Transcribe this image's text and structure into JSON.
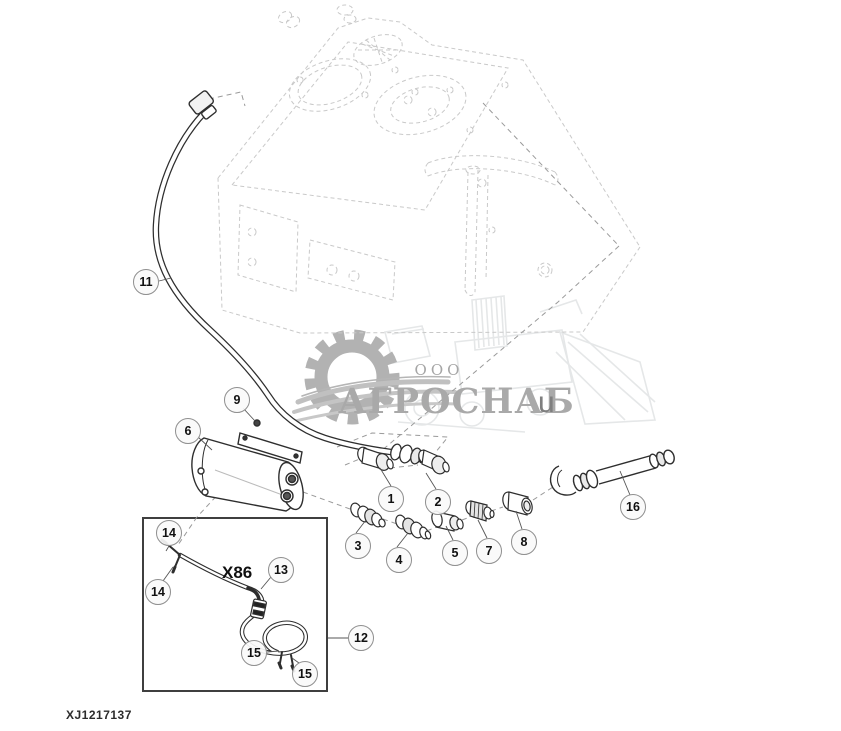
{
  "figure": {
    "drawing_code": "XJ1217137",
    "connector_label": "X86",
    "callout_numbers": {
      "n1": "1",
      "n2": "2",
      "n3": "3",
      "n4": "4",
      "n5": "5",
      "n6": "6",
      "n7": "7",
      "n8": "8",
      "n9": "9",
      "n11": "11",
      "n12": "12",
      "n13": "13",
      "n14": "14",
      "n15": "15",
      "n16": "16"
    }
  },
  "watermark": {
    "org_type": "ООО",
    "org_name": "АГРОСНАБ",
    "stray_letter": "u",
    "text_color": "#a6a6a6",
    "ghost_color": "#e3e5e6",
    "gear_color": "#b2b2b2"
  },
  "colors": {
    "part_line": "#2e2e2e",
    "phantom_line": "#c9c9c9",
    "dashed_leader": "#9a9a9a",
    "callout_border": "#8f8f8f",
    "label_text": "#1a1a1a"
  }
}
